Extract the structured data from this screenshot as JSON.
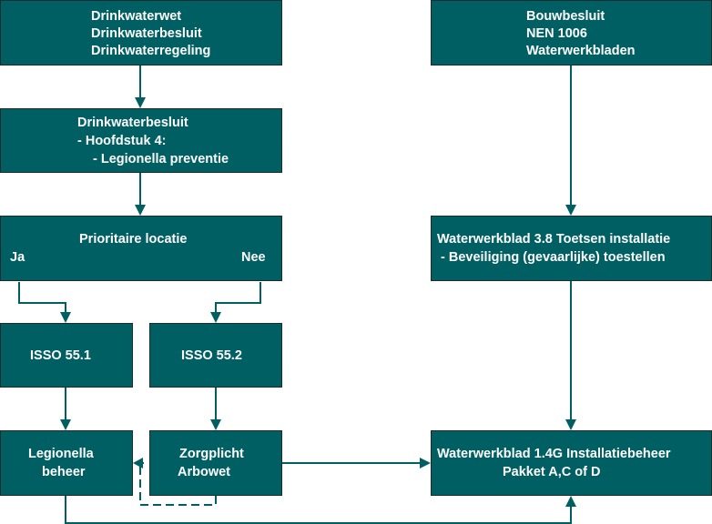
{
  "colors": {
    "box_fill": "#005f63",
    "connector": "#005f63",
    "text": "#ffffff"
  },
  "nodes": {
    "wetgeving": [
      "Drinkwaterwet",
      "Drinkwaterbesluit",
      "Drinkwaterregeling"
    ],
    "bouw": [
      "Bouwbesluit",
      "NEN 1006",
      "Waterwerkbladen"
    ],
    "hoofdstuk": [
      "Drinkwaterbesluit",
      "- Hoofdstuk 4:",
      "- Legionella preventie"
    ],
    "prioritaire": {
      "title": "Prioritaire locatie",
      "yes": "Ja",
      "no": "Nee"
    },
    "wwb38": [
      "Waterwerkblad 3.8 Toetsen installatie",
      "- Beveiliging (gevaarlijke) toestellen"
    ],
    "isso551": [
      "ISSO 55.1"
    ],
    "isso552": [
      "ISSO 55.2"
    ],
    "legionella": [
      "Legionella",
      "beheer"
    ],
    "zorgplicht": [
      "Zorgplicht",
      "Arbowet"
    ],
    "wwb14": [
      "Waterwerkblad 1.4G Installatiebeheer",
      "Pakket A,C of D"
    ]
  }
}
